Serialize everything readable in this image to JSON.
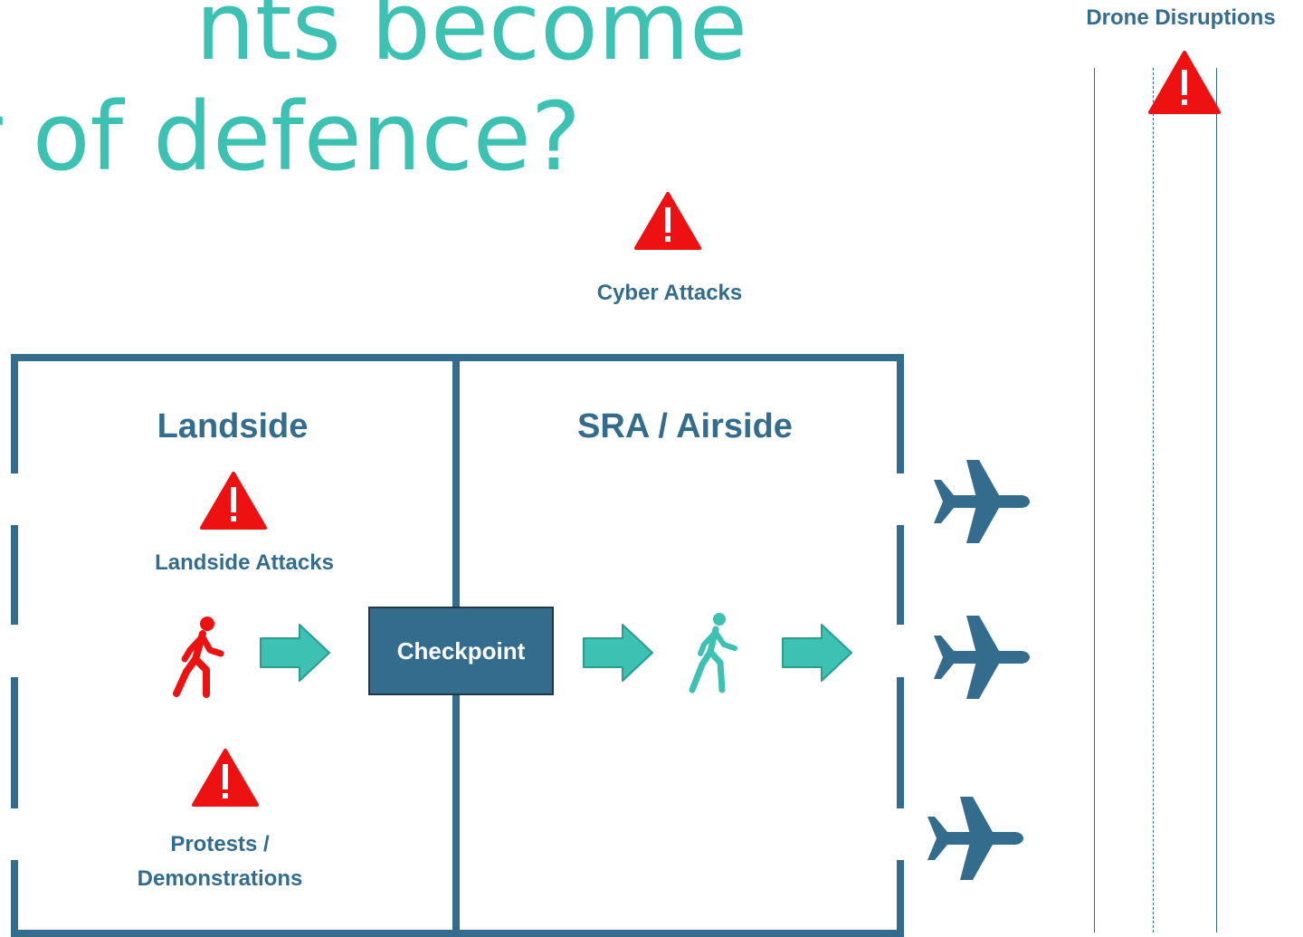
{
  "title": {
    "line1": "nts become",
    "line2": "r of defence?"
  },
  "zones": {
    "landside": "Landside",
    "airside": "SRA / Airside",
    "checkpoint": "Checkpoint"
  },
  "threats": {
    "drone": "Drone Disruptions",
    "cyber": "Cyber Attacks",
    "landside_attacks": "Landside Attacks",
    "protests_line1": "Protests /",
    "protests_line2": "Demonstrations"
  },
  "icons": {
    "warning": "warning-triangle-icon",
    "person_threat": "walking-person-icon",
    "person_cleared": "walking-person-icon",
    "arrow": "right-arrow-icon",
    "plane": "airplane-icon"
  },
  "colors": {
    "teal": "#3dc1b3",
    "navy": "#336c8d",
    "alert_red": "#ee1111",
    "arrow_fill": "#3dc1b3",
    "arrow_stroke": "#2a9d8f"
  }
}
